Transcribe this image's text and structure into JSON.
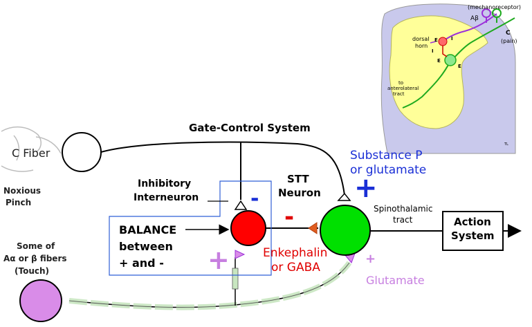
{
  "title": "Gate-Control System",
  "inset": {
    "mechanoreceptor": "(mechanoreceptor)",
    "abeta": "Aβ",
    "c": "C",
    "pain": "(pain)",
    "dorsal_horn_1": "dorsal",
    "dorsal_horn_2": "horn",
    "e_top": "E",
    "i_top": "I",
    "i_mid": "I",
    "e_left": "E",
    "e_right": "E",
    "tract_1": "to",
    "tract_2": "anterolateral",
    "tract_3": "tract",
    "initials": "TL"
  },
  "labels": {
    "c_fiber": "C Fiber",
    "noxious_1": "Noxious",
    "noxious_2": "Pinch",
    "inhibitory_1": "Inhibitory",
    "inhibitory_2": "Interneuron",
    "stt_1": "STT",
    "stt_2": "Neuron",
    "substance_p_1": "Substance P",
    "substance_p_2": "or glutamate",
    "balance_1": "BALANCE",
    "balance_2": "between",
    "balance_3": "+ and -",
    "enkephalin_1": "Enkephalin",
    "enkephalin_2": "or GABA",
    "spinothalamic_1": "Spinothalamic",
    "spinothalamic_2": "tract",
    "action_1": "Action",
    "action_2": "System",
    "some_of_1": "Some of",
    "some_of_2": "Aα or β fibers",
    "some_of_3": "(Touch)",
    "glutamate": "Glutamate"
  },
  "signs": {
    "minus_blue": "-",
    "plus_blue": "+",
    "minus_red": "-",
    "plus_violet_big": "+",
    "plus_violet_small": "+"
  },
  "colors": {
    "red_neuron": "#ff0000",
    "green_neuron": "#00e000",
    "violet_neuron": "#d98ce8",
    "blue_text": "#1a2fd6",
    "red_text": "#e00000",
    "violet_text": "#c77fe0",
    "myelin": "#c8e6c0",
    "inset_bg": "#c9c9ec",
    "inset_gray": "#ffff99"
  }
}
